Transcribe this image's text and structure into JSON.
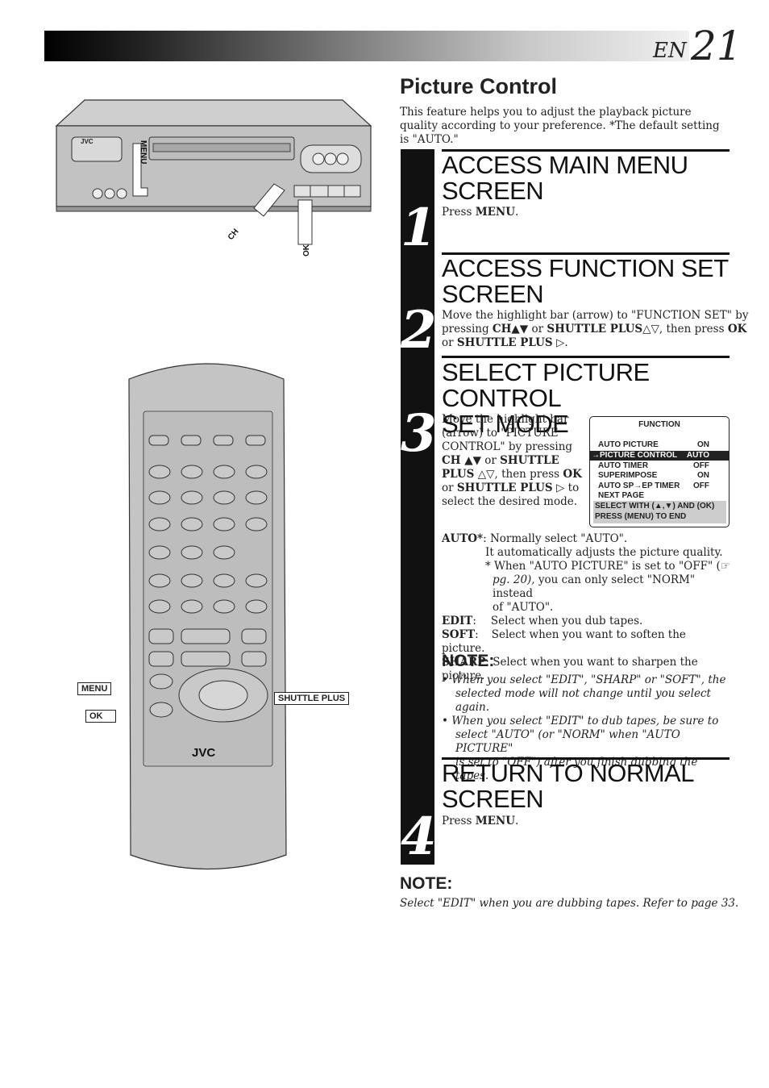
{
  "header": {
    "lang": "EN",
    "page_number": "21"
  },
  "title": "Picture Control",
  "intro": "This feature helps you to adjust the playback picture quality according to your preference. *The default setting is \"AUTO.\"",
  "steps": [
    {
      "number": "1",
      "heading_line1": "ACCESS MAIN MENU",
      "heading_line2": "SCREEN",
      "body": [
        "Press ",
        "MENU",
        "."
      ]
    },
    {
      "number": "2",
      "heading_line1": "ACCESS FUNCTION SET",
      "heading_line2": "SCREEN",
      "body_line1": [
        "Move the highlight bar (arrow) to \"FUNCTION SET\" by"
      ],
      "body_line2": [
        "pressing ",
        "CH▲▼",
        " or ",
        "SHUTTLE PLUS",
        "△▽, then press ",
        "OK"
      ],
      "body_line3": [
        "or ",
        "SHUTTLE PLUS",
        " ▷."
      ]
    },
    {
      "number": "3",
      "heading_line1": "SELECT PICTURE CONTROL",
      "heading_line2": "SET MODE",
      "lines": [
        "Move the highlight bar",
        "(arrow) to \"PICTURE",
        "CONTROL\" by pressing"
      ],
      "line4": [
        "CH ▲▼",
        " or ",
        "SHUTTLE"
      ],
      "line5": [
        "PLUS",
        " △▽, then press ",
        "OK"
      ],
      "line6": [
        "or ",
        "SHUTTLE PLUS",
        " ▷  to"
      ],
      "line7": "select the desired mode."
    },
    {
      "number": "4",
      "heading_line1": "RETURN TO NORMAL",
      "heading_line2": "SCREEN",
      "body": [
        "Press ",
        "MENU",
        "."
      ]
    }
  ],
  "osd": {
    "title": "FUNCTION",
    "rows": [
      {
        "label": "AUTO PICTURE",
        "value": "ON"
      },
      {
        "label": "→PICTURE CONTROL",
        "value": "AUTO"
      },
      {
        "label": "AUTO TIMER",
        "value": "OFF"
      },
      {
        "label": "SUPERIMPOSE",
        "value": "ON"
      },
      {
        "label": "AUTO SP→EP TIMER",
        "value": "OFF"
      },
      {
        "label": "NEXT PAGE",
        "value": ""
      }
    ],
    "footer1": "SELECT WITH (▲,▼) AND (OK)",
    "footer2": "PRESS (MENU) TO END"
  },
  "modes": {
    "auto_term": "AUTO*",
    "auto_desc1": ": Normally select \"AUTO\".",
    "auto_desc2": "It automatically adjusts the picture quality.",
    "auto_desc3": "* When \"AUTO PICTURE\" is set to \"OFF\" (☞",
    "auto_desc4a": "pg. 20),",
    "auto_desc4b": " you can only select \"NORM\" instead",
    "auto_desc5": "of \"AUTO\".",
    "edit_term": "EDIT",
    "edit_desc": "Select when you dub tapes.",
    "soft_term": "SOFT",
    "soft_desc": "Select when you want to soften the picture.",
    "sharp_term": "SHARP",
    "sharp_desc": ": Select when you want to sharpen the picture."
  },
  "note1": {
    "heading": "NOTE:",
    "b1_l1": "•  When you select \"EDIT\", \"SHARP\" or \"SOFT\", the",
    "b1_l2": "selected mode will not change until you select again.",
    "b2_l1": "•  When you select \"EDIT\" to dub tapes, be sure to",
    "b2_l2": "select \"AUTO\" (or \"NORM\" when \"AUTO PICTURE\"",
    "b2_l3": "is set to \"OFF\") after you finish dubbing the tapes."
  },
  "note2": {
    "heading": "NOTE:",
    "text": "Select \"EDIT\" when you are dubbing tapes. Refer to page 33."
  },
  "vcr": {
    "brand": "JVC",
    "menu_label": "MENU",
    "ch_label": "CH",
    "ok_label": "OK"
  },
  "remote": {
    "brand": "JVC",
    "menu_callout": "MENU",
    "ok_callout": "OK",
    "shuttle_callout": "SHUTTLE PLUS"
  }
}
